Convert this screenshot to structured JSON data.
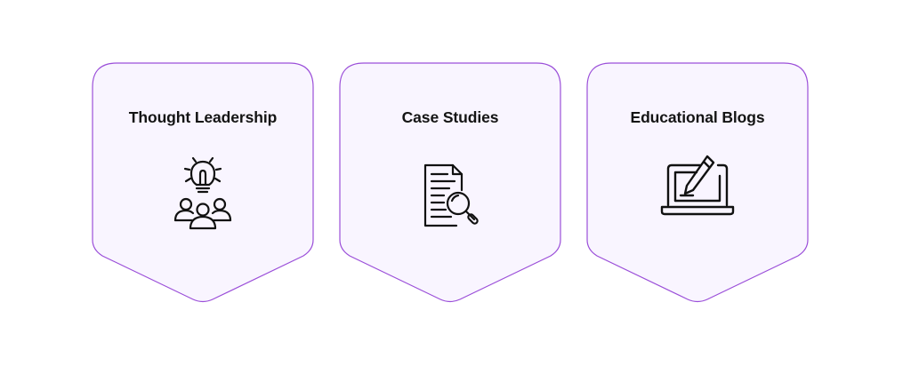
{
  "colors": {
    "card_fill": "#F9F5FF",
    "card_border": "#9B4FD9",
    "text": "#141414",
    "icon_stroke": "#111111"
  },
  "cards": [
    {
      "title": "Thought Leadership",
      "icon": "lightbulb-team-icon"
    },
    {
      "title": "Case Studies",
      "icon": "document-magnifier-icon"
    },
    {
      "title": "Educational Blogs",
      "icon": "laptop-pen-icon"
    }
  ]
}
